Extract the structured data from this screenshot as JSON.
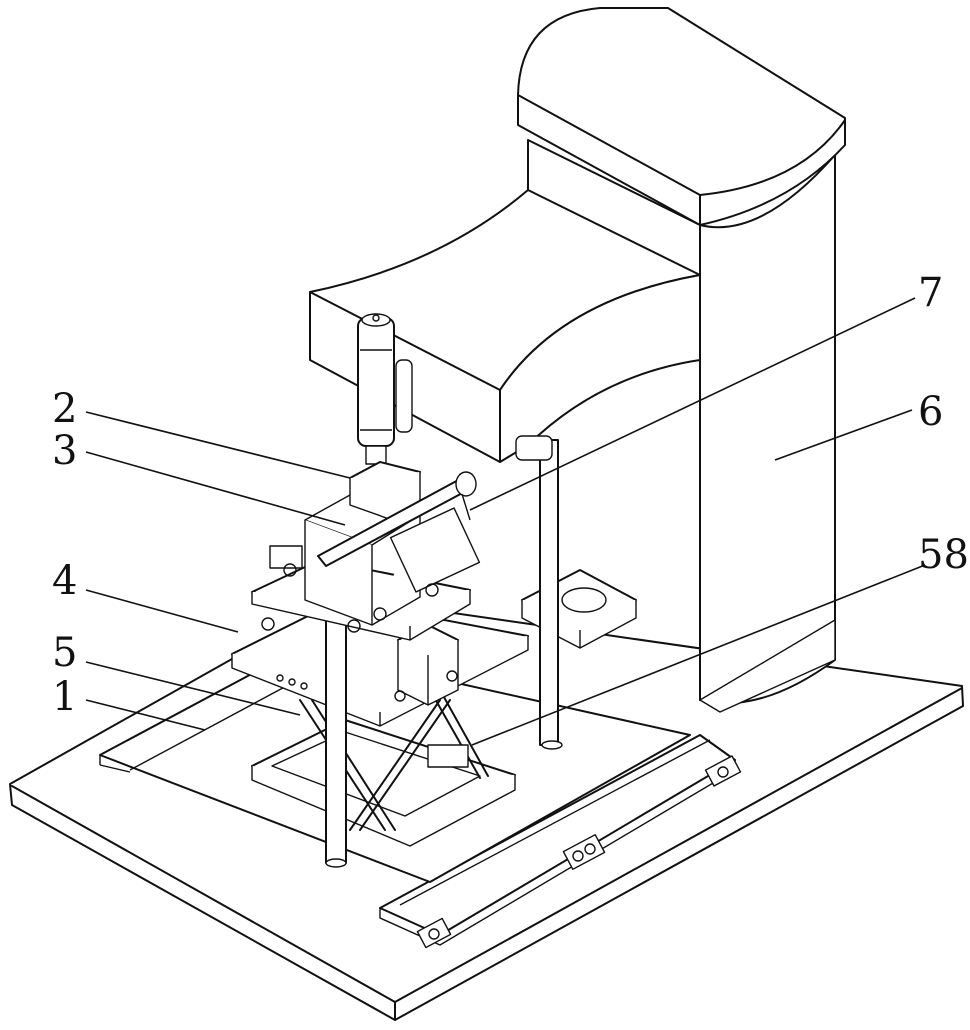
{
  "callouts": [
    {
      "id": "1",
      "label": "1"
    },
    {
      "id": "2",
      "label": "2"
    },
    {
      "id": "3",
      "label": "3"
    },
    {
      "id": "4",
      "label": "4"
    },
    {
      "id": "5",
      "label": "5"
    },
    {
      "id": "6",
      "label": "6"
    },
    {
      "id": "7",
      "label": "7"
    },
    {
      "id": "58",
      "label": "58"
    }
  ]
}
